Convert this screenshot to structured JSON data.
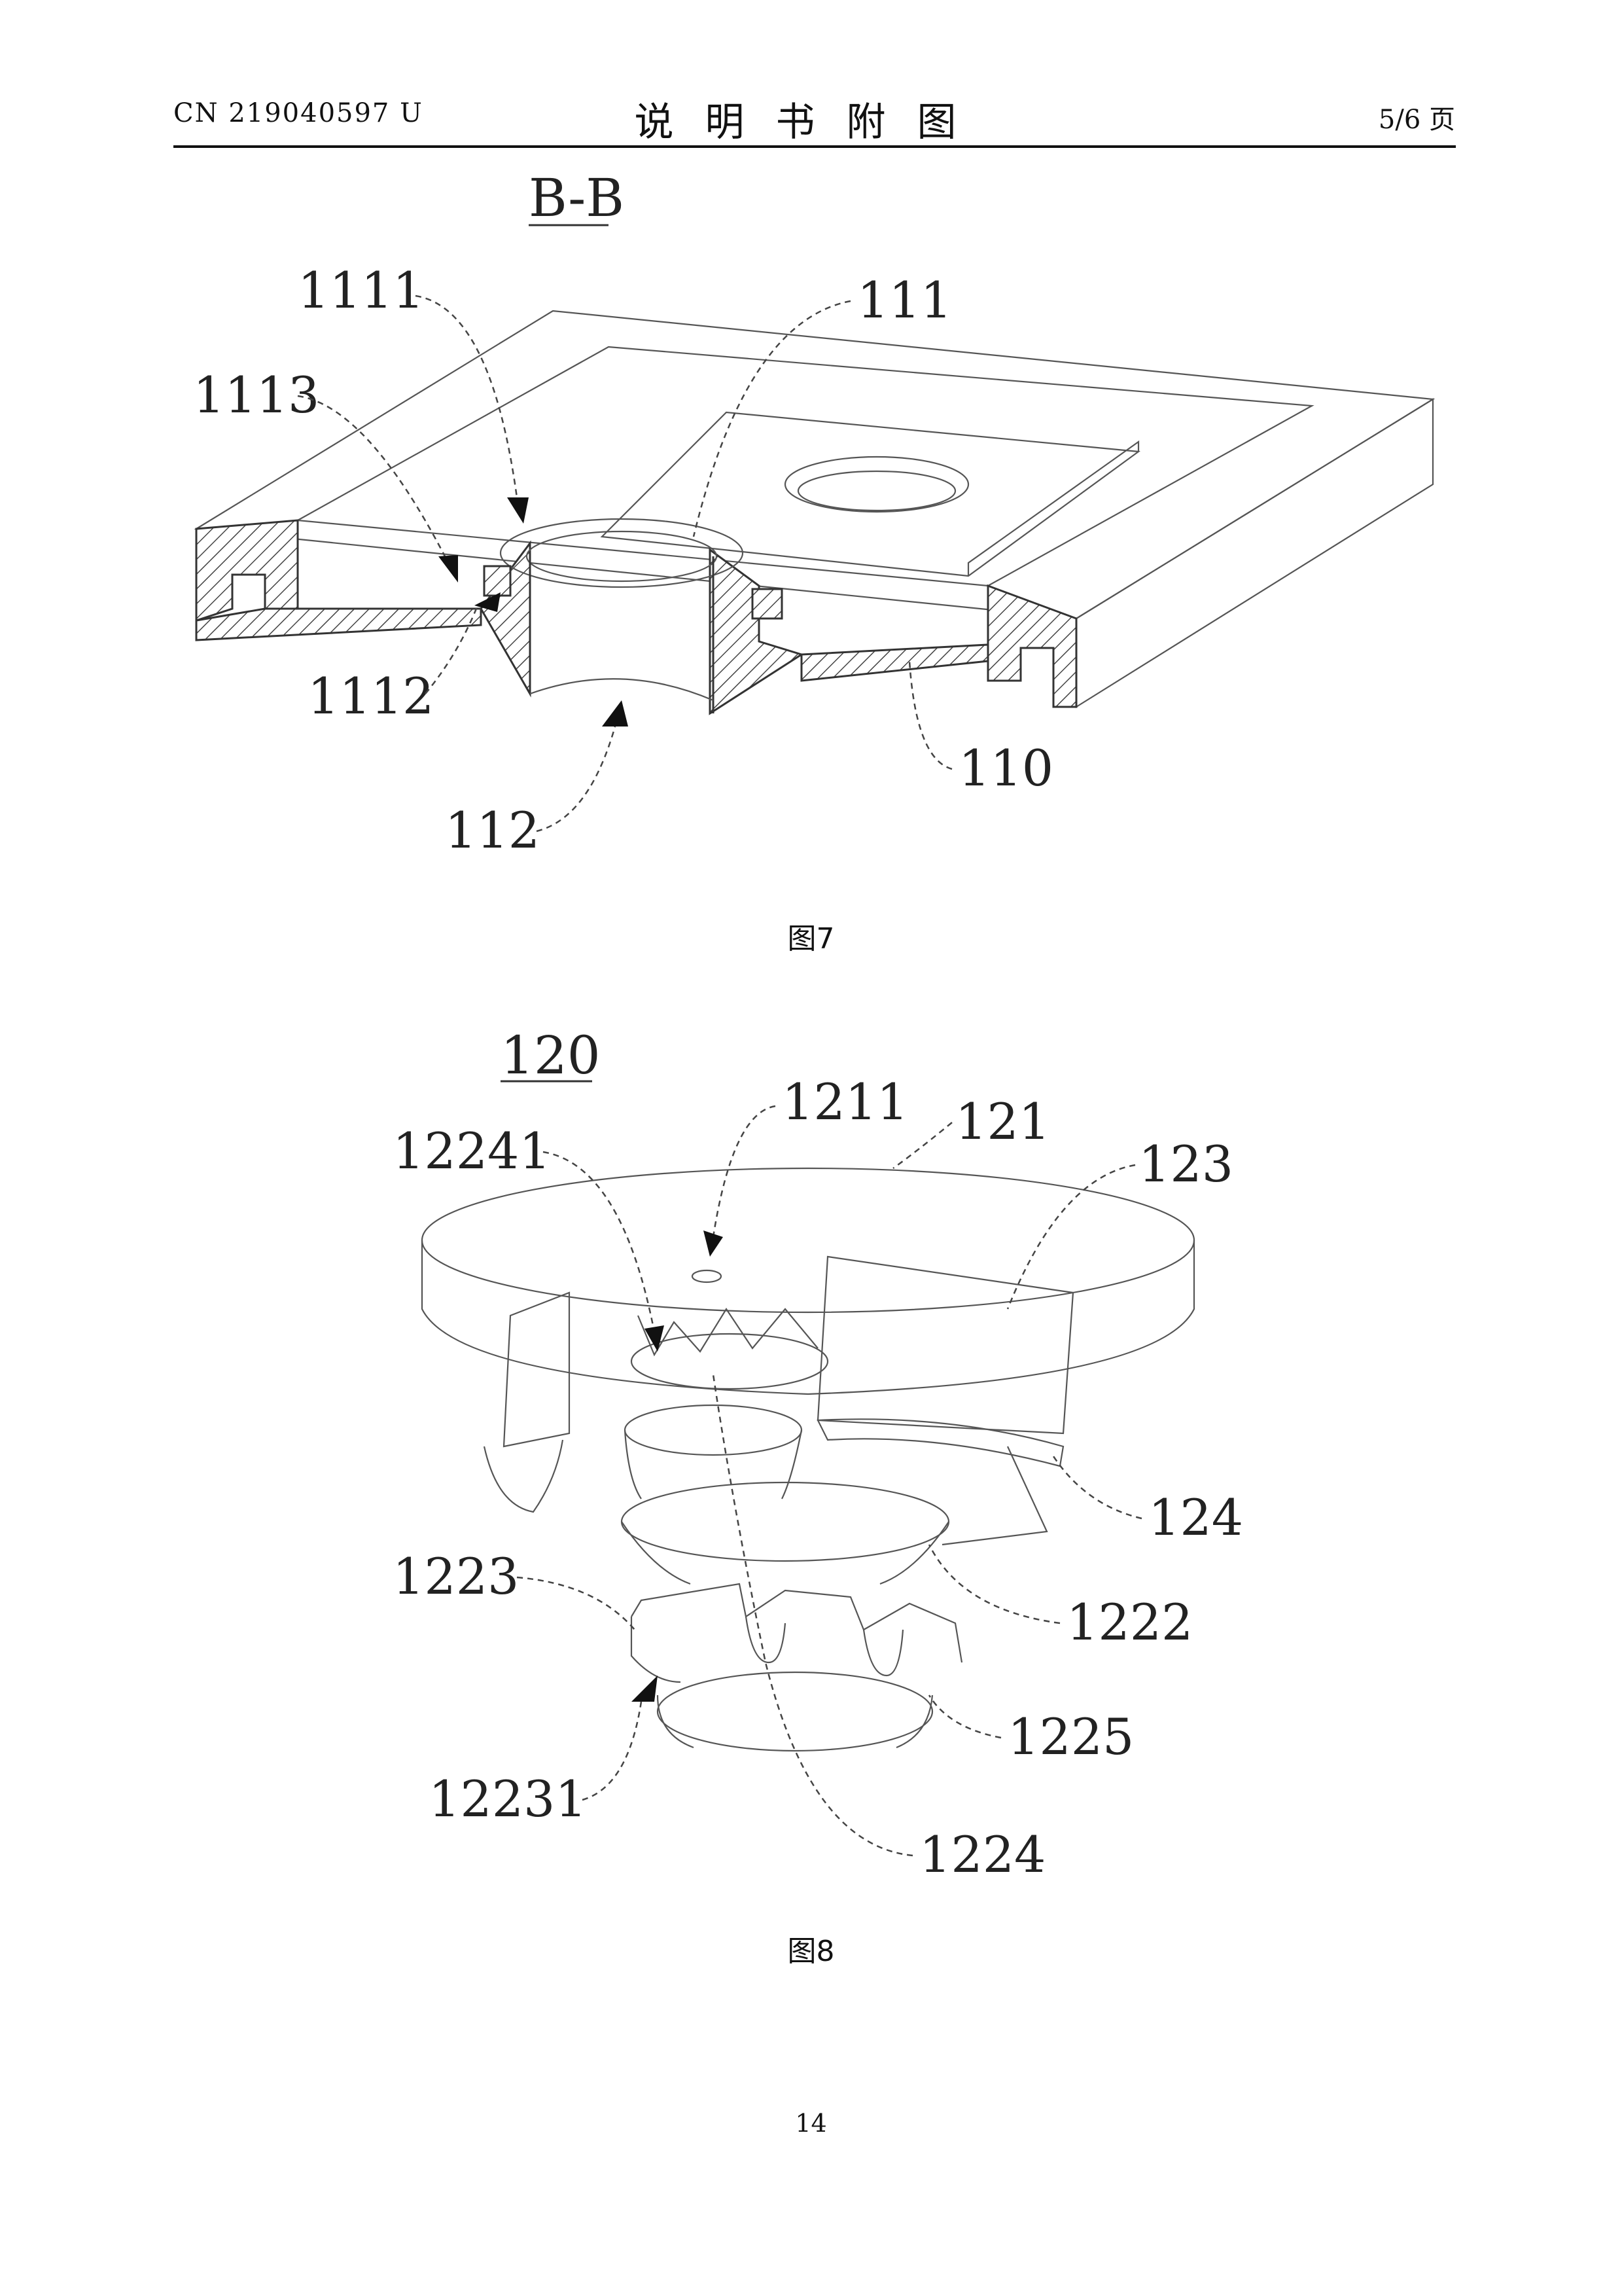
{
  "header": {
    "publication_number": "CN 219040597 U",
    "section_title": "说明书附图",
    "page_of": "5/6 页"
  },
  "figure7": {
    "section_mark": "B-B",
    "caption": "图7",
    "labels": {
      "l1111": "1111",
      "l111": "111",
      "l1113": "1113",
      "l1112": "1112",
      "l110": "110",
      "l112": "112"
    }
  },
  "figure8": {
    "assembly_label": "120",
    "caption": "图8",
    "labels": {
      "l1211": "1211",
      "l121": "121",
      "l12241": "12241",
      "l123": "123",
      "l124": "124",
      "l1223": "1223",
      "l1222": "1222",
      "l1225": "1225",
      "l12231": "12231",
      "l1224": "1224"
    }
  },
  "page_number": "14"
}
